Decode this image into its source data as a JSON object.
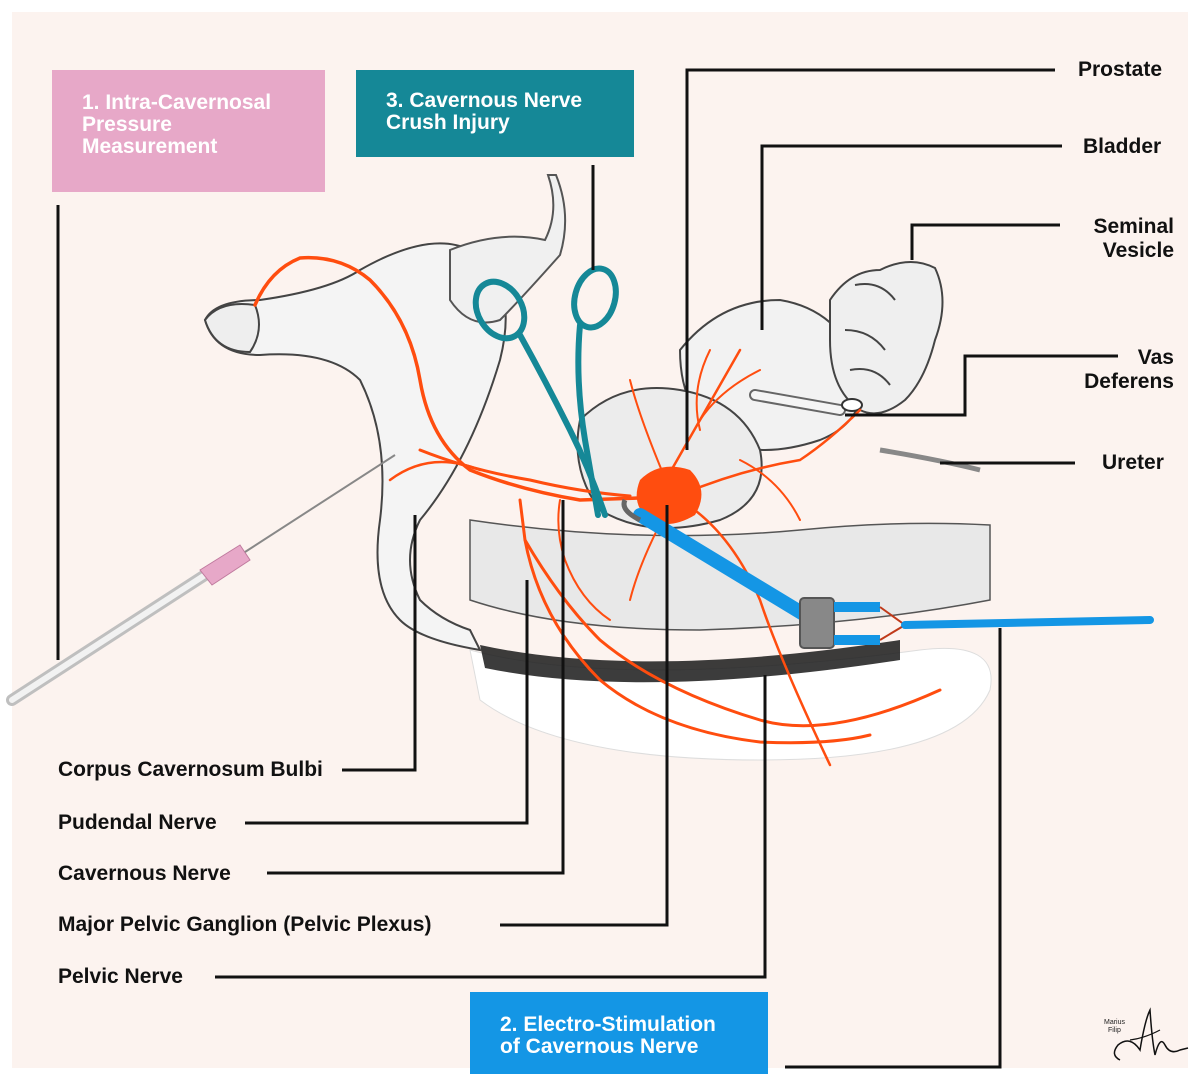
{
  "colors": {
    "background": "#fcf3ef",
    "box1": "#e7a8c8",
    "box2": "#1496e5",
    "box3": "#158897",
    "nerve": "#ff4d0f",
    "forceps": "#158897",
    "electrode": "#1496e5",
    "needle_tip": "#e7a8c8"
  },
  "boxes": {
    "pressure": {
      "lines": [
        "1. Intra-Cavernosal",
        "Pressure",
        "Measurement"
      ]
    },
    "crush": {
      "lines": [
        "3. Cavernous Nerve",
        "Crush Injury"
      ]
    },
    "stimulation": {
      "lines": [
        "2. Electro-Stimulation",
        "of Cavernous Nerve"
      ]
    }
  },
  "labels": {
    "prostate": "Prostate",
    "bladder": "Bladder",
    "seminal_vesicle": [
      "Seminal",
      "Vesicle"
    ],
    "vas_deferens": [
      "Vas",
      "Deferens"
    ],
    "ureter": "Ureter",
    "corpus_cavernosum_bulbi": "Corpus Cavernosum Bulbi",
    "pudendal_nerve": "Pudendal Nerve",
    "cavernous_nerve": "Cavernous Nerve",
    "major_pelvic_ganglion": "Major Pelvic Ganglion (Pelvic Plexus)",
    "pelvic_nerve": "Pelvic Nerve"
  },
  "signature": {
    "lines": [
      "Marius",
      "Filip"
    ]
  },
  "icons": [
    "forceps-icon",
    "needle-icon",
    "electrode-icon",
    "signature-icon"
  ]
}
